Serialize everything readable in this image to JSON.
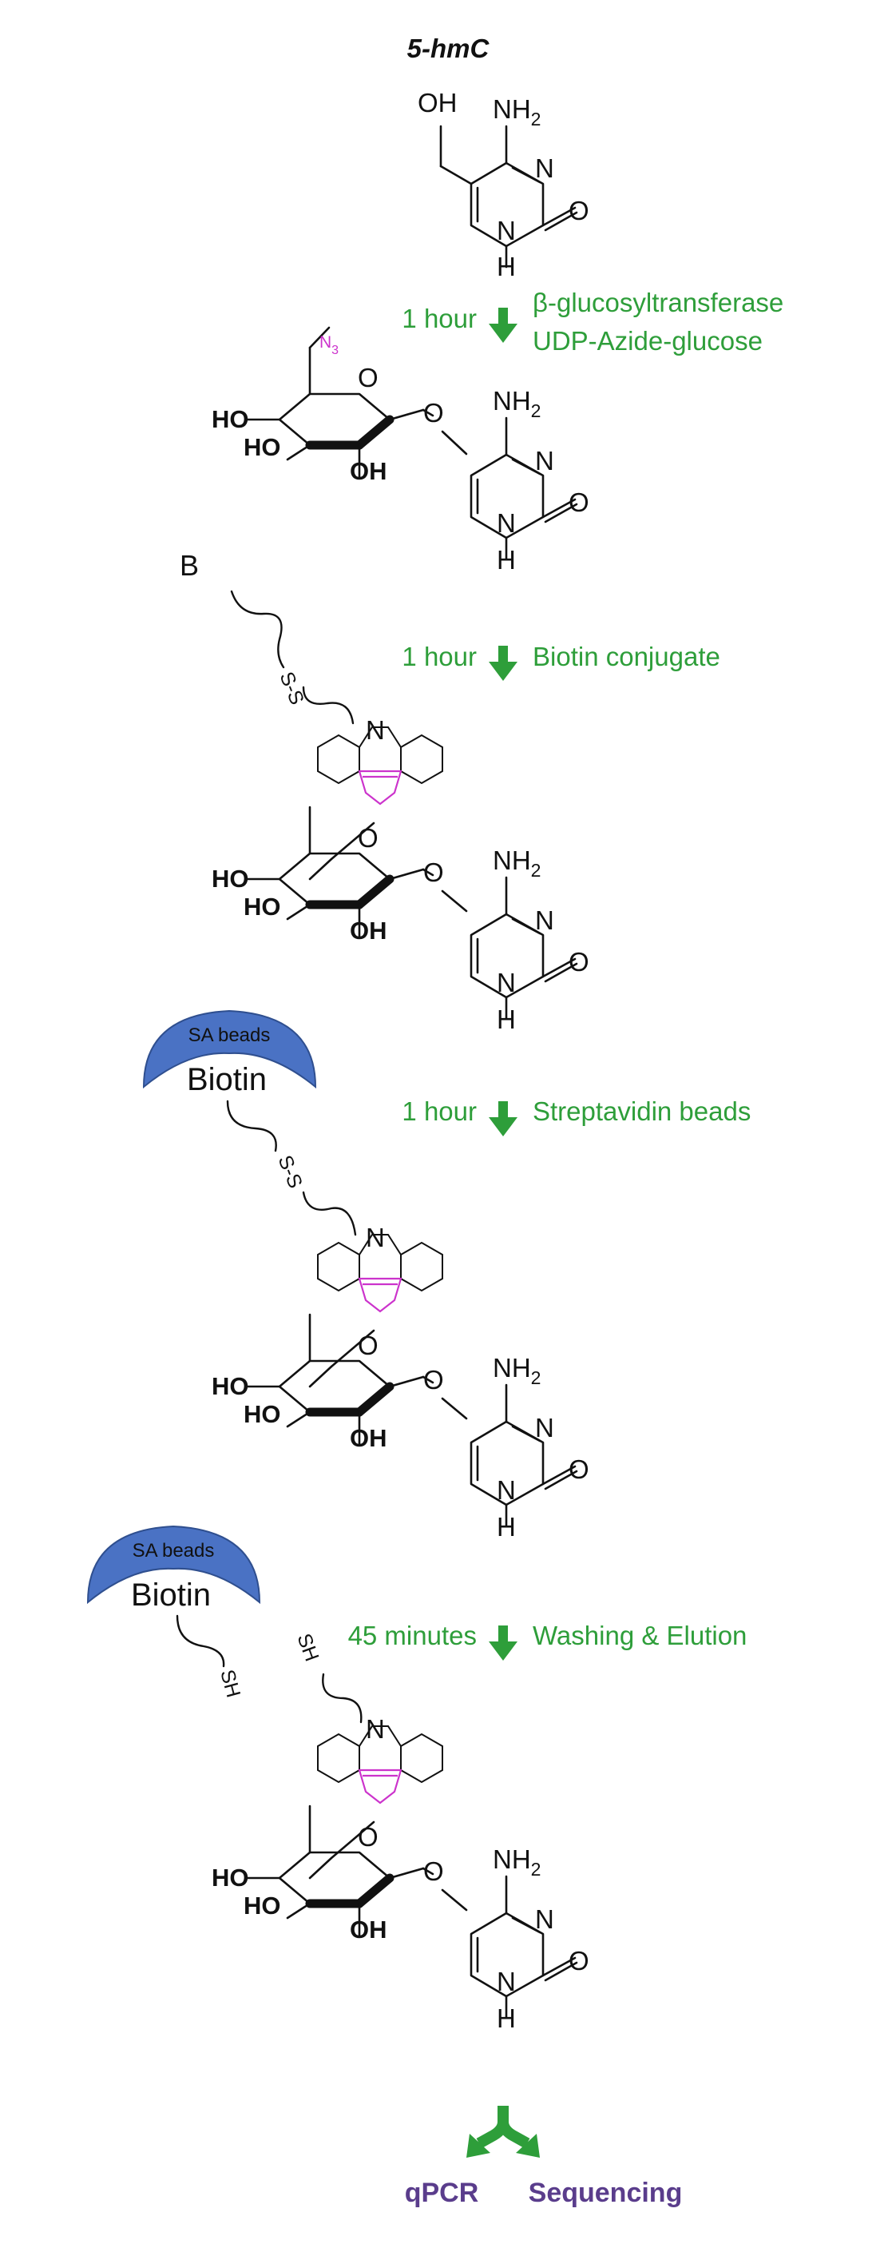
{
  "title": "5-hmC",
  "panel_label": "B",
  "atoms": {
    "oh": "OH",
    "nh2": "NH",
    "nh2_sub": "2",
    "n": "N",
    "nh": "N",
    "h": "H",
    "o": "O",
    "ho": "HO",
    "n3": "N",
    "n3_sub": "3",
    "ring_n": "N"
  },
  "linker": {
    "ss": "S-S",
    "sh": "SH"
  },
  "beads": {
    "label": "SA beads",
    "biotin": "Biotin"
  },
  "steps": [
    {
      "time": "1 hour",
      "label_line1": "β-glucosyltransferase",
      "label_line2": "UDP-Azide-glucose"
    },
    {
      "time": "1 hour",
      "label_line1": "Biotin conjugate"
    },
    {
      "time": "1 hour",
      "label_line1": "Streptavidin beads"
    },
    {
      "time": "45 minutes",
      "label_line1": "Washing & Elution"
    }
  ],
  "outputs": {
    "left": "qPCR",
    "right": "Sequencing"
  },
  "colors": {
    "step_green": "#2e9e3a",
    "azide_magenta": "#cc33cc",
    "bead_blue": "#4a72c4",
    "output_purple": "#5a3d8c"
  }
}
